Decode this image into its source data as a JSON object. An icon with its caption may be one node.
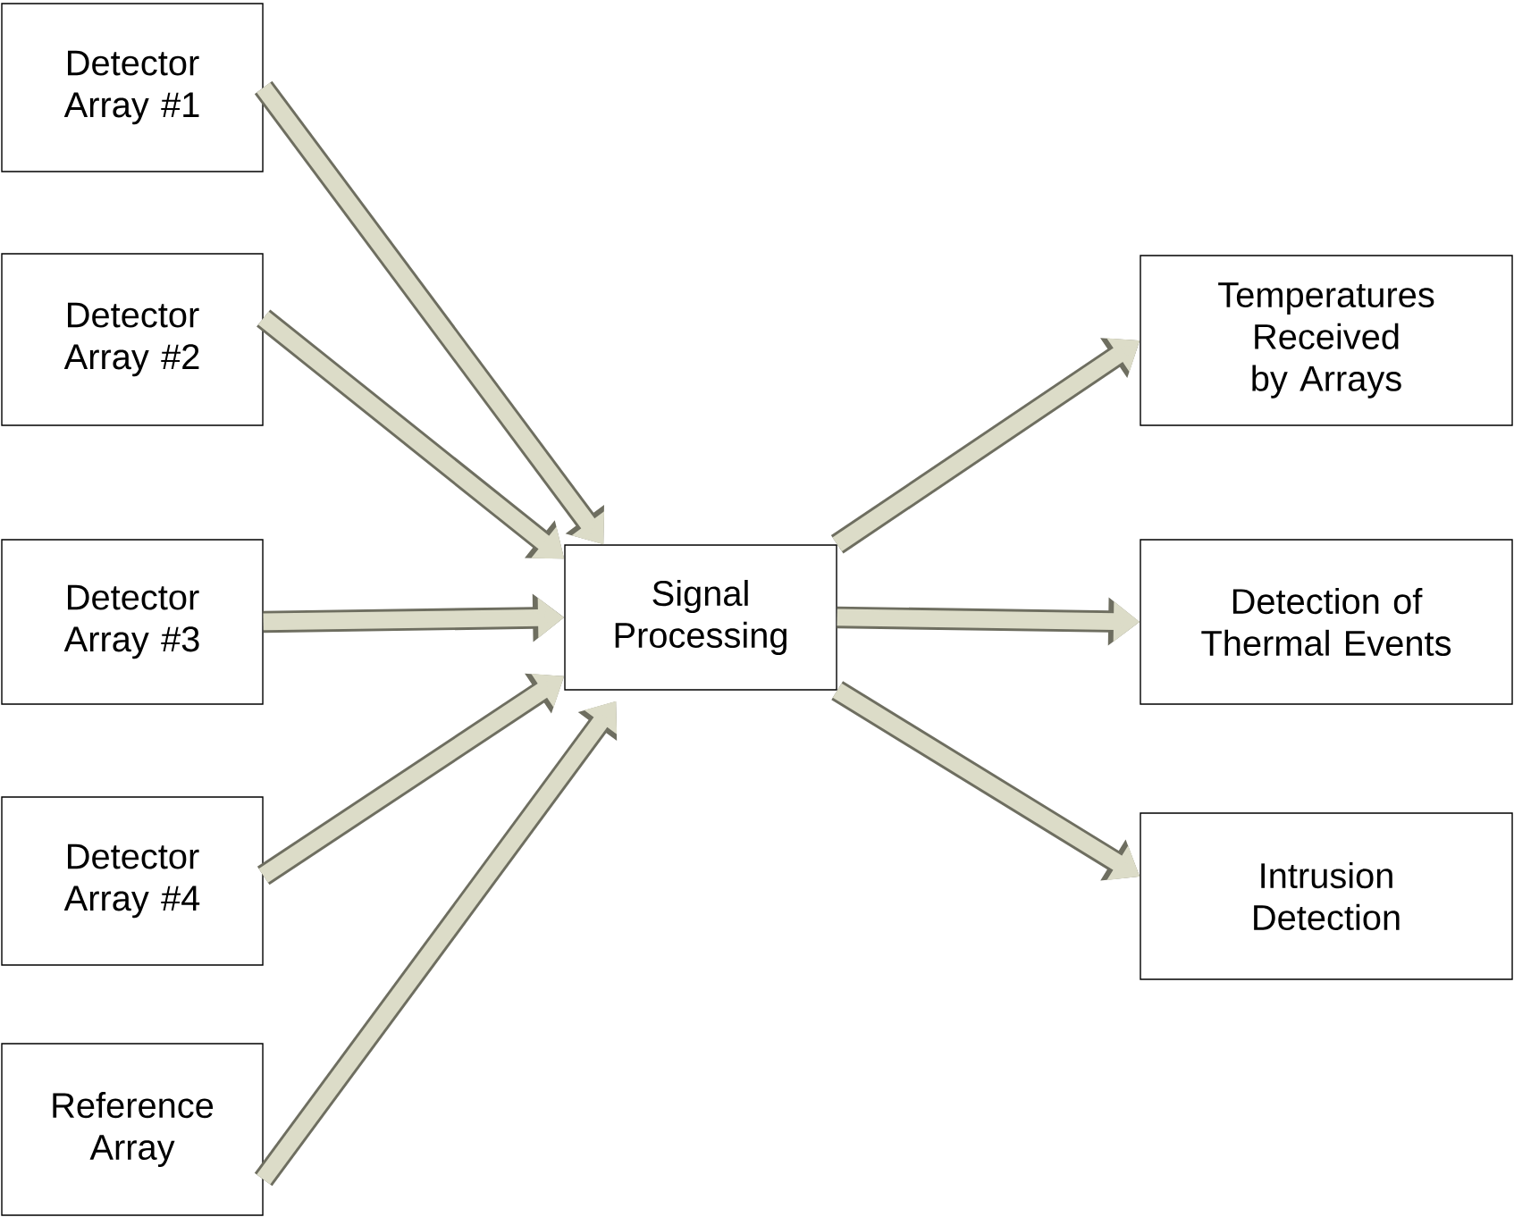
{
  "diagram": {
    "nodes": [
      {
        "text": [
          "Detector Array #1"
        ]
      },
      {
        "text": [
          "Detector Array #2"
        ]
      },
      {
        "text": [
          "Detector Array #3"
        ]
      },
      {
        "text": [
          "Detector Array #4"
        ]
      },
      {
        "text": [
          "Reference Array"
        ]
      },
      {
        "text": [
          "Signal Processing"
        ]
      },
      {
        "text": [
          "Temperatures Received by Arrays"
        ]
      },
      {
        "text": [
          "Detection of Thermal Events"
        ]
      },
      {
        "text": [
          "Intrusion Detection"
        ]
      }
    ],
    "edges": [
      {
        "from": 0,
        "to": 5,
        "arrow": "to"
      },
      {
        "from": 1,
        "to": 5,
        "arrow": "to"
      },
      {
        "from": 2,
        "to": 5,
        "arrow": "to"
      },
      {
        "from": 3,
        "to": 5,
        "arrow": "to"
      },
      {
        "from": 4,
        "to": 5,
        "arrow": "to"
      },
      {
        "from": 5,
        "to": 6,
        "arrow": "to"
      },
      {
        "from": 5,
        "to": 7,
        "arrow": "to"
      },
      {
        "from": 5,
        "to": 8,
        "arrow": "to"
      }
    ]
  }
}
